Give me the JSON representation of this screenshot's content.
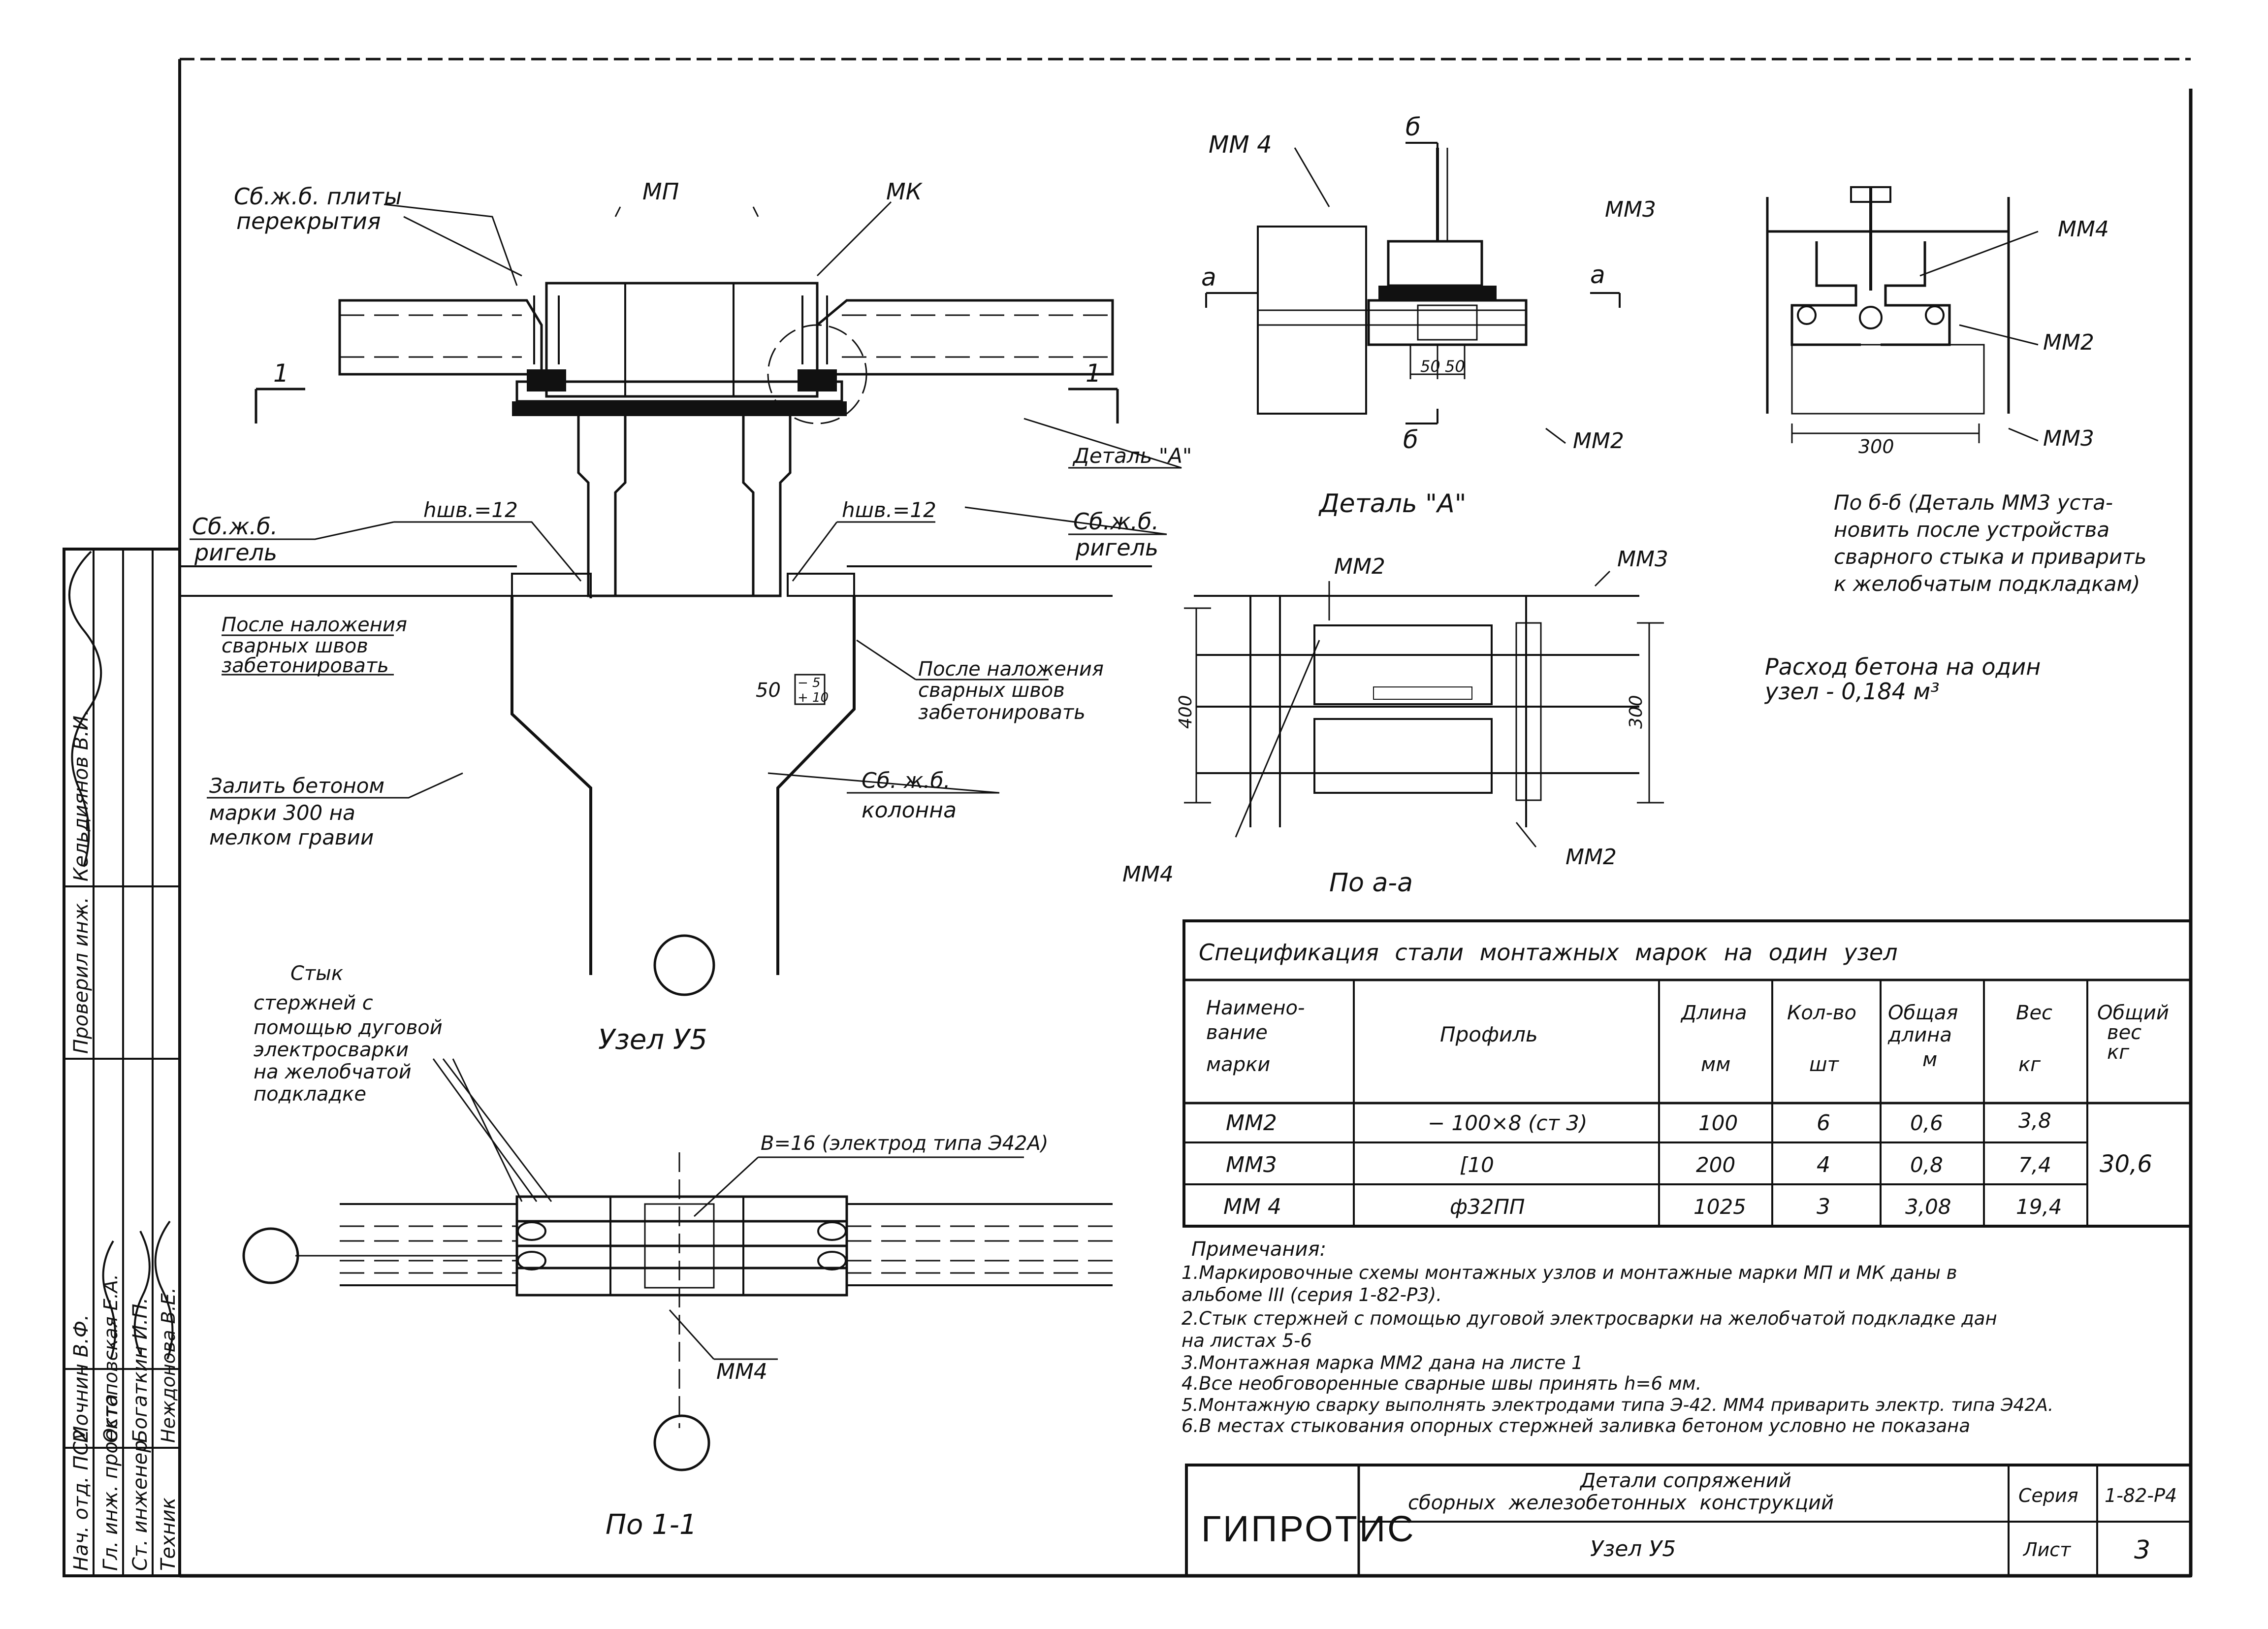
{
  "main_view": {
    "label_floor": [
      "Сб.ж.б. плиты",
      "перекрытия"
    ],
    "label_mp": "МП",
    "label_mk": "МК",
    "section_mark": "1",
    "label_rigel_left": [
      "Сб.ж.б.",
      "ригель"
    ],
    "label_rigel_right": [
      "Сб.ж.б.",
      "ригель"
    ],
    "weld_left": "hшв.=12",
    "weld_right": "hшв.=12",
    "concrete_note_left": [
      "После наложения",
      "сварных швов",
      "забетонировать"
    ],
    "concrete_note_right": [
      "После наложения",
      "сварных швов",
      "забетонировать"
    ],
    "pour_note": [
      "Залить бетоном",
      "марки 300 на",
      "мелком гравии"
    ],
    "column_label": [
      "Сб. ж.б.",
      "колонна"
    ],
    "dim_50": "50",
    "dim_tol_top": "− 5",
    "dim_tol_bottom": "+ 10",
    "detail_a_ref": "Деталь \"А\"",
    "node_title": "Узел У5"
  },
  "detail_a": {
    "mm4": "ММ 4",
    "mm3": "ММ3",
    "mm2": "ММ2",
    "cut_b": "б",
    "cut_a": "а",
    "dim_50a": "50",
    "dim_50b": "50",
    "title": "Деталь \"А\""
  },
  "view_bb": {
    "mm4": "ММ4",
    "mm2": "ММ2",
    "mm3": "ММ3",
    "dim_300": "300",
    "note": [
      "По б-б (Деталь ММ3 уста-",
      "новить после устройства",
      "сварного стыка и приварить",
      "к желобчатым подкладкам)"
    ],
    "concrete_use": [
      "Расход бетона на один",
      "узел - 0,184 м³"
    ]
  },
  "view_aa": {
    "mm2_top": "ММ2",
    "mm3": "ММ3",
    "mm2_bottom": "ММ2",
    "mm4": "ММ4",
    "dim_400": "400",
    "dim_300": "300",
    "title": "По а-а"
  },
  "view_11": {
    "joint_note": [
      "Стык",
      "стержней с",
      "помощью дуговой",
      "электросварки",
      "на желобчатой",
      "подкладке"
    ],
    "electrode": "В=16 (электрод типа Э42А)",
    "mm4": "ММ4",
    "title": "По 1-1"
  },
  "spec": {
    "title": "Спецификация стали монтажных марок на один узел",
    "headers": [
      [
        "Наимено-",
        "вание",
        "марки"
      ],
      [
        "Профиль"
      ],
      [
        "Длина",
        "мм"
      ],
      [
        "Кол-во",
        "шт"
      ],
      [
        "Общая",
        "длина",
        "м"
      ],
      [
        "Вес",
        "кг"
      ],
      [
        "Общий",
        "вес",
        "кг"
      ]
    ],
    "rows": [
      [
        "ММ2",
        "− 100×8 (ст 3)",
        "100",
        "6",
        "0,6",
        "3,8"
      ],
      [
        "ММ3",
        "[10",
        "200",
        "4",
        "0,8",
        "7,4"
      ],
      [
        "ММ 4",
        "ф32ПП",
        "1025",
        "3",
        "3,08",
        "19,4"
      ]
    ],
    "total_weight": "30,6"
  },
  "notes": {
    "title": "Примечания:",
    "lines": [
      "1.Маркировочные схемы монтажных узлов и монтажные марки МП и МК даны в",
      "   альбоме III (серия 1-82-Р3).",
      "2.Стык стержней с помощью дуговой электросварки на желобчатой подкладке дан",
      "   на листах 5-6",
      "3.Монтажная марка ММ2 дана на листе 1",
      "4.Все необговоренные сварные швы принять h=6 мм.",
      "5.Монтажную сварку выполнять электродами типа Э-42. ММ4 приварить электр. типа Э42А.",
      "6.В местах стыкования опорных стержней заливка бетоном условно не показана"
    ]
  },
  "title_block": {
    "org": "ГИПРОТИС",
    "title_line1": "Детали сопряжений",
    "title_line2": "сборных железобетонных конструкций",
    "node": "Узел У5",
    "series_label": "Серия",
    "series_value": "1-82-Р4",
    "sheet_label": "Лист",
    "sheet_value": "3"
  },
  "stamp": {
    "roles": [
      "Нач. отд. ПС2",
      "Гл. инж. проекта",
      "Ст. инженер",
      "Техник"
    ],
    "names": [
      "Мочнин В.Ф.",
      "Остоповская Е.А.",
      "Богаткин И.П.",
      "Неждонова В.Е."
    ],
    "checked_label": "Проверил инж.",
    "checked_name": "Кельдиянов В.И."
  }
}
